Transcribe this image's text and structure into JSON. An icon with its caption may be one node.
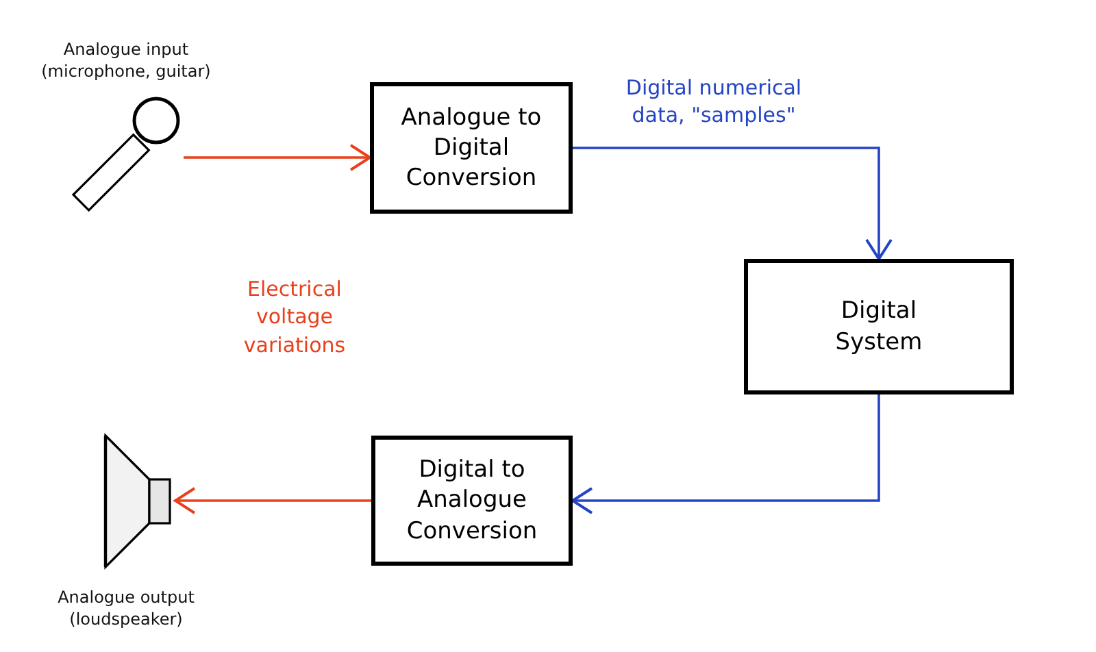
{
  "diagram": {
    "nodes": [
      {
        "text": [],
        "shape": "picture",
        "beside": [
          "Analogue input (microphone, guitar)"
        ]
      },
      {
        "text": [
          "Analogue to Digital Conversion"
        ]
      },
      {
        "text": [
          "Digital System"
        ]
      },
      {
        "text": [
          "Digital to Analogue Conversion"
        ]
      },
      {
        "text": [],
        "shape": "picture",
        "beside": [
          "Analogue output (loudspeaker)"
        ]
      }
    ],
    "edges": [
      {
        "from": 0,
        "to": 1,
        "arrow": "to",
        "color": "#e8401c"
      },
      {
        "from": 1,
        "to": 2,
        "arrow": "to",
        "color": "#2444c4",
        "label": "Digital numerical data, \"samples\""
      },
      {
        "from": 2,
        "to": 3,
        "arrow": "to",
        "color": "#2444c4"
      },
      {
        "from": 3,
        "to": 4,
        "arrow": "to",
        "color": "#e8401c"
      }
    ],
    "labels": [
      "Electrical voltage variations"
    ]
  }
}
